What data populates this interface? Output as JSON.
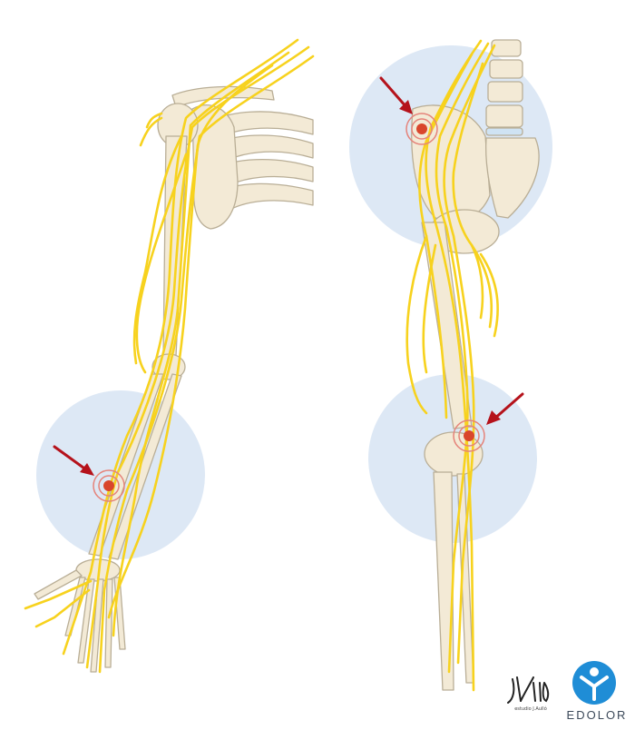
{
  "colors": {
    "bone": "#f3ead6",
    "bone_stroke": "#b9ae96",
    "nerve": "#f7d21e",
    "nerve_stroke": "#d9ad00",
    "halo": "#dde8f5",
    "pain_center": "#d9462c",
    "pain_ring": "#e5837a",
    "arrow": "#b5121b",
    "brand_blue": "#1f8dd6",
    "brand_text": "#3d4a5a"
  },
  "figures": {
    "arm": {
      "name": "upper-limb-nerves",
      "pain_sites": 1
    },
    "leg": {
      "name": "lower-limb-nerves",
      "pain_sites": 2
    }
  },
  "branding": {
    "logo_text": "EDOLOR",
    "signature_script": "J.Aulló",
    "signature_subtext": "estudio J.Aulló"
  }
}
